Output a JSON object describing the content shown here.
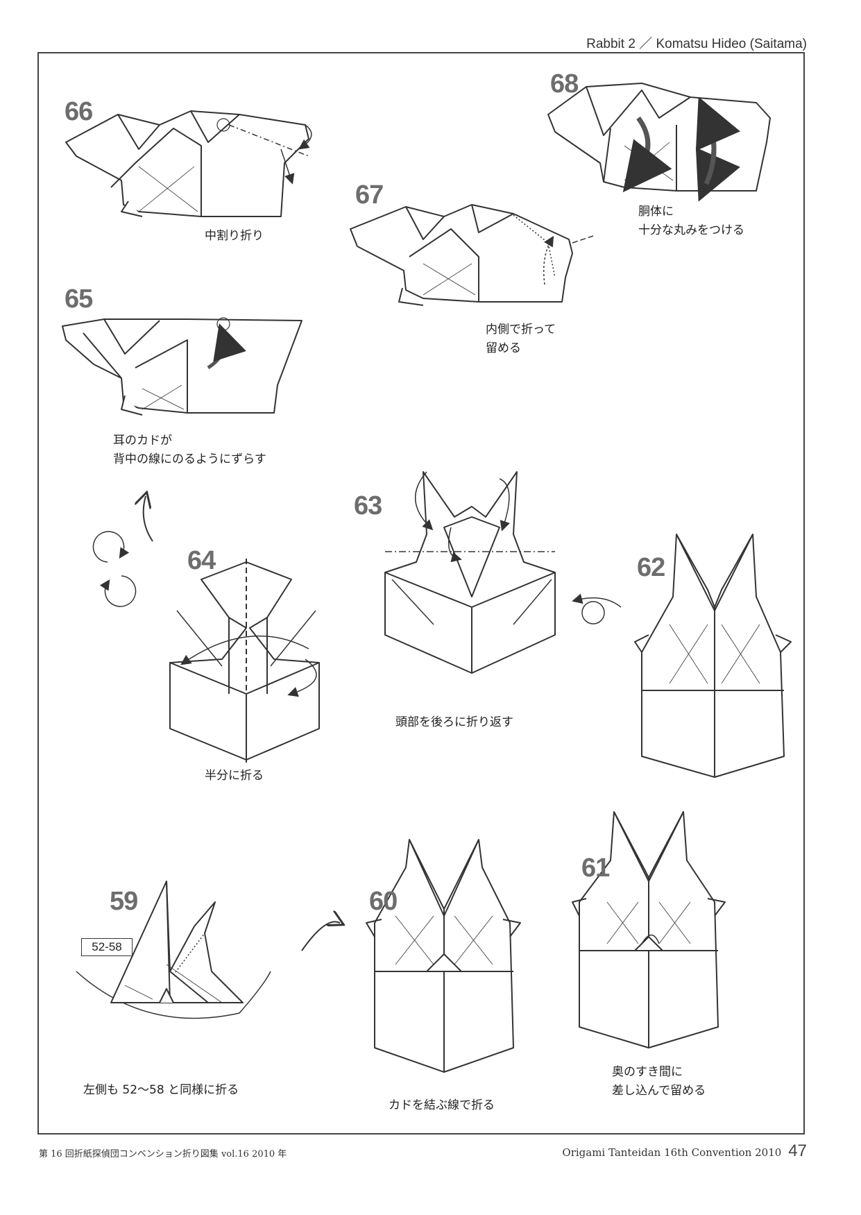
{
  "header": {
    "title": "Rabbit 2 ／ Komatsu Hideo (Saitama)"
  },
  "steps": [
    {
      "num": "66",
      "caption": "中割り折り"
    },
    {
      "num": "67",
      "caption": "内側で折って\n留める"
    },
    {
      "num": "68",
      "caption": "胴体に\n十分な丸みをつける"
    },
    {
      "num": "65",
      "caption": "耳のカドが\n背中の線にのるようにずらす"
    },
    {
      "num": "64",
      "caption": "半分に折る"
    },
    {
      "num": "63",
      "caption": "頭部を後ろに折り返す"
    },
    {
      "num": "62",
      "caption": ""
    },
    {
      "num": "59",
      "caption": "左側も 52〜58 と同様に折る"
    },
    {
      "num": "60",
      "caption": "カドを結ぶ線で折る"
    },
    {
      "num": "61",
      "caption": "奥のすき間に\n差し込んで留める"
    }
  ],
  "ref_label": "52-58",
  "footer": {
    "left": "第 16 回折紙探偵団コンベンション折り図集 vol.16 2010 年",
    "right": "Origami Tanteidan 16th Convention 2010",
    "page": "47"
  }
}
